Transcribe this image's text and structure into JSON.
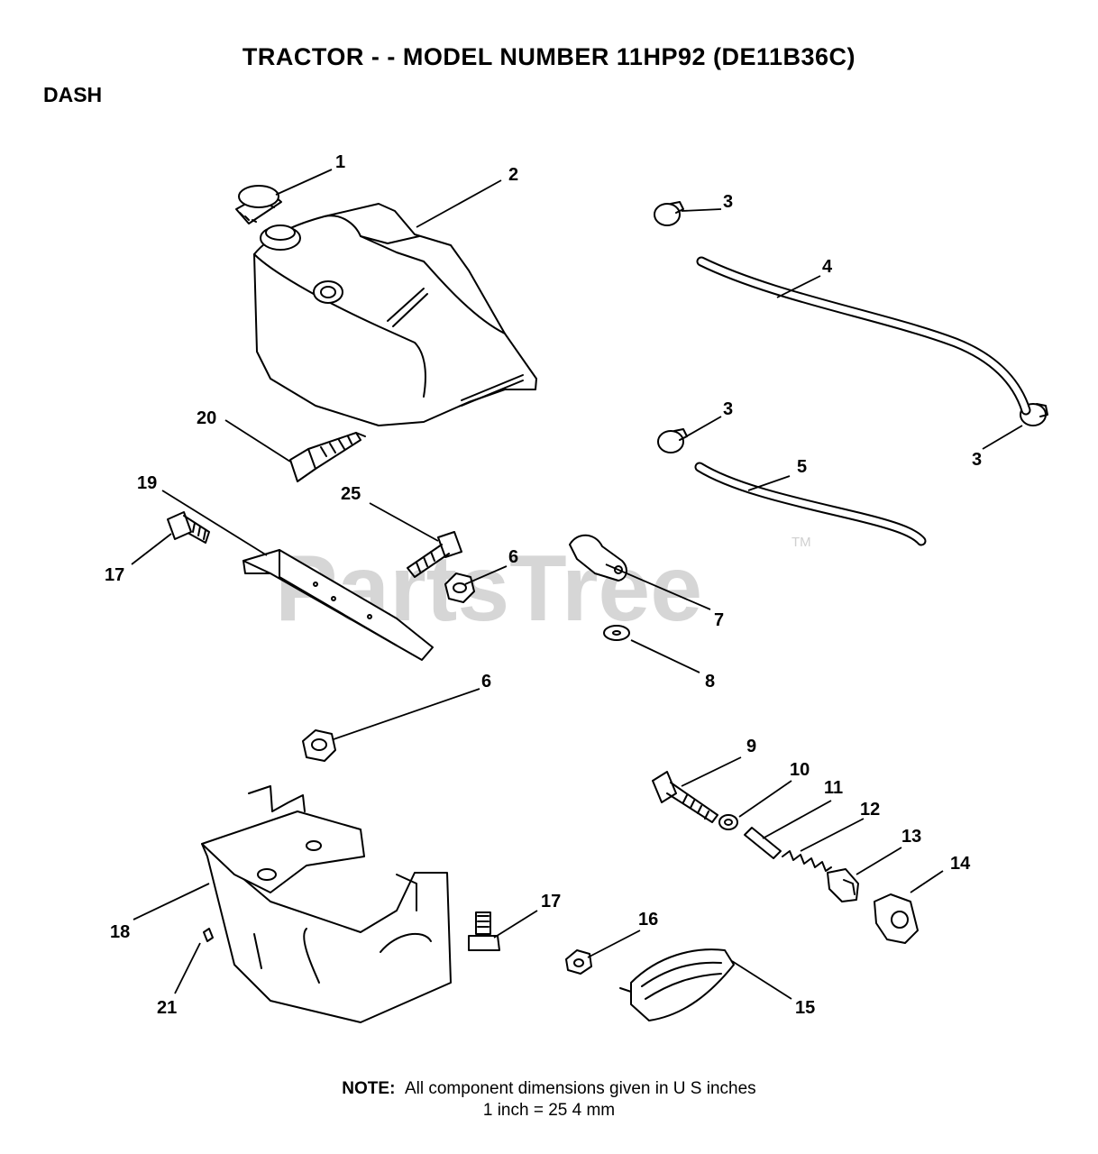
{
  "title": "TRACTOR - - MODEL NUMBER 11HP92   (DE11B36C)",
  "section": "DASH",
  "watermark": {
    "text": "PartsTree",
    "trademark": "TM"
  },
  "callouts": [
    "1",
    "2",
    "3",
    "4",
    "3",
    "5",
    "3",
    "20",
    "19",
    "25",
    "17",
    "6",
    "7",
    "8",
    "6",
    "9",
    "10",
    "11",
    "12",
    "13",
    "14",
    "17",
    "16",
    "18",
    "21",
    "15"
  ],
  "note": {
    "label": "NOTE:",
    "line1": "All component dimensions given in U S  inches",
    "line2": "1 inch = 25 4 mm"
  }
}
